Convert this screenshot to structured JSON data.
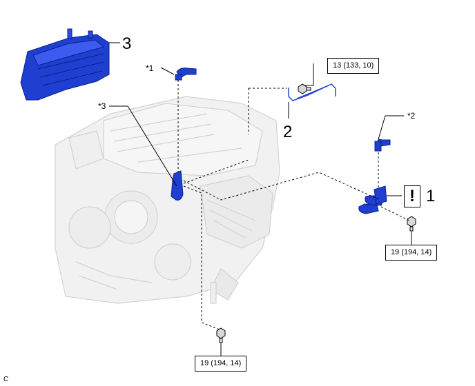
{
  "callouts": {
    "part_1": "1",
    "part_2": "2",
    "part_3": "3",
    "ref_1": "*1",
    "ref_2": "*2",
    "ref_3": "*3"
  },
  "torque_specs": {
    "bolt_2": "13 (133, 10)",
    "bolt_1": "19 (194, 14)",
    "bolt_lower": "19 (194, 14)"
  },
  "caution_symbol": "!",
  "corner_code": "C",
  "colors": {
    "part_blue": "#1f3fd1",
    "engine_gray": "#d4d4d4",
    "line": "#000000"
  },
  "icons": [
    "caution-icon",
    "bolt-icon"
  ]
}
